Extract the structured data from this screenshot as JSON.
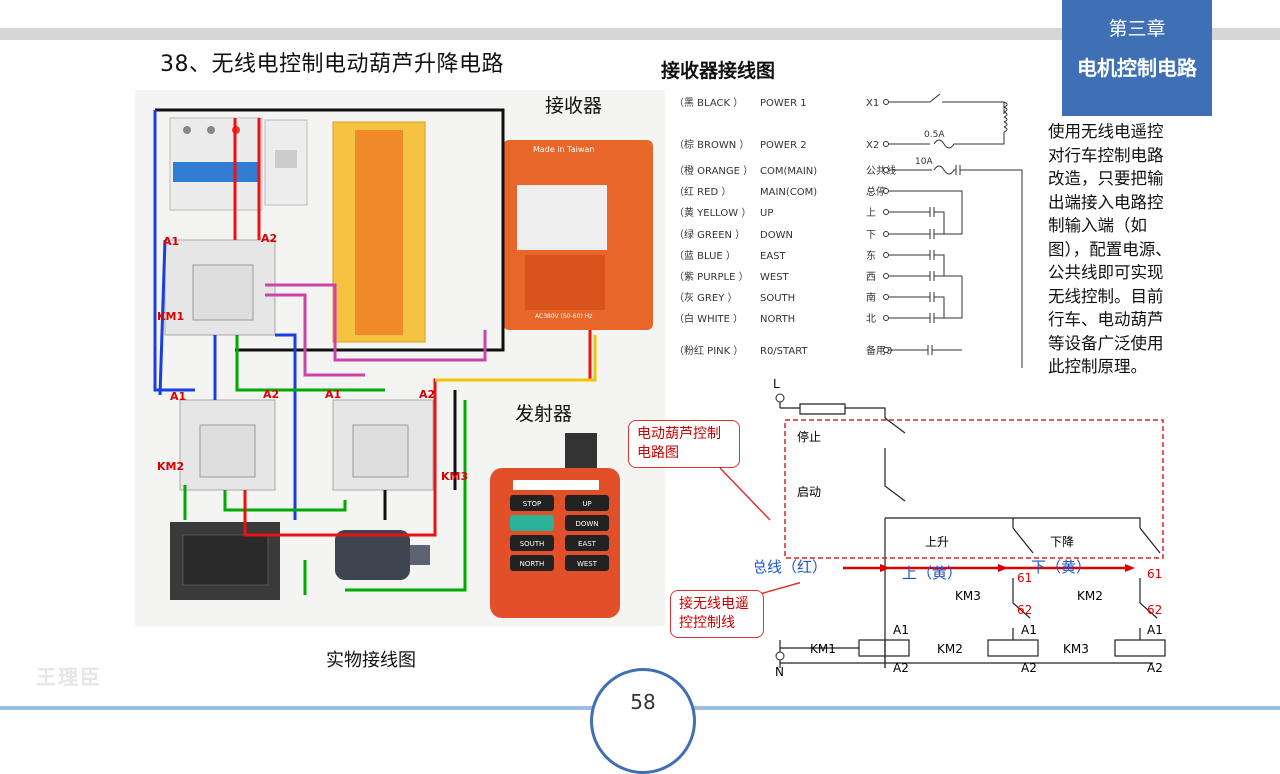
{
  "header": {
    "chapter": "第三章",
    "chapter_title": "电机控制电路",
    "slide_title": "38、无线电控制电动葫芦升降电路"
  },
  "photo": {
    "receiver_label": "接收器",
    "transmitter_label": "发射器",
    "caption": "实物接线图",
    "contactor_labels": [
      "A1",
      "A2",
      "KM1",
      "A1",
      "A2",
      "KM2",
      "A1",
      "A2",
      "KM3"
    ],
    "receiver_badge": "Made in Taiwan",
    "receiver_rating": "AC380V (50-60) Hz",
    "remote_buttons": [
      "STOP",
      "UP",
      "DOWN",
      "SOUTH",
      "EAST",
      "NORTH",
      "WEST"
    ]
  },
  "receiver_diagram": {
    "title": "接收器接线图",
    "rows": [
      {
        "wire": "（黑 BLACK   ）",
        "func": "POWER 1",
        "term": "X1"
      },
      {
        "wire": "（棕 BROWN   ）",
        "func": "POWER 2",
        "term": "X2"
      },
      {
        "wire": "（橙 ORANGE ）",
        "func": "COM(MAIN)",
        "term": "公共线"
      },
      {
        "wire": "（红 RED      ）",
        "func": "MAIN(COM)",
        "term": "总停"
      },
      {
        "wire": "（黄 YELLOW  ）",
        "func": "UP",
        "term": "上"
      },
      {
        "wire": "（绿 GREEN   ）",
        "func": "DOWN",
        "term": "下"
      },
      {
        "wire": "（蓝 BLUE     ）",
        "func": "EAST",
        "term": "东"
      },
      {
        "wire": "（紫 PURPLE  ）",
        "func": "WEST",
        "term": "西"
      },
      {
        "wire": "（灰 GREY     ）",
        "func": "SOUTH",
        "term": "南"
      },
      {
        "wire": "（白 WHITE    ）",
        "func": "NORTH",
        "term": "北"
      },
      {
        "wire": "（粉红 PINK  ）",
        "func": "R0/START",
        "term": "备用0"
      }
    ],
    "fuse1": "0.5A",
    "fuse2": "10A"
  },
  "description": "使用无线电遥控对行车控制电路改造，只要把输出端接入电路控制输入端（如图），配置电源、公共线即可实现无线控制。目前行车、电动葫芦等设备广泛使用此控制原理。",
  "callouts": {
    "c1": "电动葫芦控制电路图",
    "c2": "接无线电遥控控制线"
  },
  "control_circuit": {
    "L": "L",
    "N": "N",
    "stop": "停止",
    "start": "启动",
    "up": "上升",
    "down": "下降",
    "bus_label": "总线（红）",
    "up_label": "上（黄）",
    "down_label": "下（黄）",
    "n61a": "61",
    "n62a": "62",
    "n61b": "61",
    "n62b": "62",
    "km3_interlock": "KM3",
    "km2_interlock": "KM2",
    "coils": [
      {
        "name": "KM1",
        "a1": "A1",
        "a2": "A2"
      },
      {
        "name": "KM2",
        "a1": "A1",
        "a2": "A2"
      },
      {
        "name": "KM3",
        "a1": "A1",
        "a2": "A2"
      }
    ]
  },
  "page_number": "58",
  "watermark": "王理臣"
}
